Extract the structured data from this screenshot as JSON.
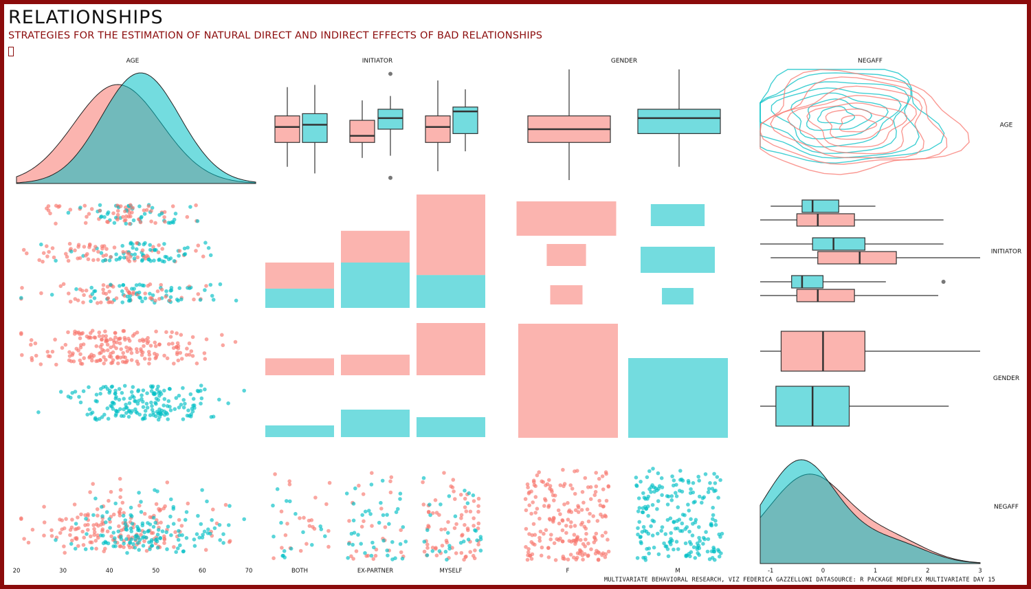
{
  "title": "RELATIONSHIPS",
  "subtitle": "STRATEGIES FOR THE ESTIMATION OF NATURAL DIRECT AND INDIRECT EFFECTS OF BAD RELATIONSHIPS",
  "caption": "MULTIVARIATE BEHAVIORAL RESEARCH, VIZ FEDERICA GAZZELLONI DATASOURCE: R PACKAGE MEDFLEX MULTIVARIATE DAY 15",
  "colors": {
    "F": "#f8766d",
    "M": "#00bfc4",
    "frame": "#8b0b0b"
  },
  "chart_data": {
    "type": "scatter",
    "variables": [
      "AGE",
      "INITIATOR",
      "GENDER",
      "NEGAFF"
    ],
    "column_labels": [
      "AGE",
      "INITIATOR",
      "GENDER",
      "NEGAFF"
    ],
    "row_labels": [
      "AGE",
      "INITIATOR",
      "GENDER",
      "NEGAFF"
    ],
    "groups": [
      "F",
      "M"
    ],
    "x_ticks": {
      "age": [
        "20",
        "30",
        "40",
        "50",
        "60",
        "70"
      ],
      "initiator": [
        "BOTH",
        "EX-PARTNER",
        "MYSELF"
      ],
      "gender": [
        "F",
        "M"
      ],
      "negaff": [
        "-1",
        "0",
        "1",
        "2",
        "3"
      ]
    },
    "age_range": [
      20,
      70
    ],
    "negaff_range": [
      -1.2,
      3.0
    ],
    "age_density": {
      "F": {
        "mean": 42,
        "sd": 9.5
      },
      "M": {
        "mean": 47,
        "sd": 8.5
      }
    },
    "age_by_initiator_box": [
      {
        "initiator": "BOTH",
        "group": "F",
        "min": 26,
        "q1": 37,
        "median": 44,
        "q3": 49,
        "max": 62
      },
      {
        "initiator": "BOTH",
        "group": "M",
        "min": 23,
        "q1": 37,
        "median": 45,
        "q3": 50,
        "max": 63
      },
      {
        "initiator": "EX-PARTNER",
        "group": "F",
        "min": 30,
        "q1": 37,
        "median": 40,
        "q3": 47,
        "max": 56
      },
      {
        "initiator": "EX-PARTNER",
        "group": "M",
        "min": 31,
        "q1": 43,
        "median": 48,
        "q3": 52,
        "max": 58,
        "outliers": [
          21,
          68
        ]
      },
      {
        "initiator": "MYSELF",
        "group": "F",
        "min": 24,
        "q1": 37,
        "median": 44,
        "q3": 49,
        "max": 65
      },
      {
        "initiator": "MYSELF",
        "group": "M",
        "min": 33,
        "q1": 41,
        "median": 51,
        "q3": 53,
        "max": 61
      }
    ],
    "age_by_gender_box": [
      {
        "gender": "F",
        "min": 20,
        "q1": 37,
        "median": 43,
        "q3": 49,
        "max": 70
      },
      {
        "gender": "M",
        "min": 26,
        "q1": 41,
        "median": 48,
        "q3": 52,
        "max": 70
      }
    ],
    "initiator_by_gender_counts": {
      "BOTH": {
        "F": 23,
        "M": 17
      },
      "EX-PARTNER": {
        "F": 28,
        "M": 40
      },
      "MYSELF": {
        "F": 71,
        "M": 29
      }
    },
    "negaff_by_initiator_box": [
      {
        "initiator": "BOTH",
        "group": "M",
        "min": -1.0,
        "q1": -0.4,
        "median": -0.2,
        "q3": 0.3,
        "max": 1.0
      },
      {
        "initiator": "BOTH",
        "group": "F",
        "min": -1.2,
        "q1": -0.5,
        "median": -0.1,
        "q3": 0.6,
        "max": 2.3
      },
      {
        "initiator": "EX-PARTNER",
        "group": "M",
        "min": -1.2,
        "q1": -0.2,
        "median": 0.2,
        "q3": 0.8,
        "max": 2.3
      },
      {
        "initiator": "EX-PARTNER",
        "group": "F",
        "min": -1.0,
        "q1": -0.1,
        "median": 0.7,
        "q3": 1.4,
        "max": 3.0
      },
      {
        "initiator": "MYSELF",
        "group": "M",
        "min": -1.2,
        "q1": -0.6,
        "median": -0.4,
        "q3": 0.0,
        "max": 1.2,
        "outliers": [
          2.3
        ]
      },
      {
        "initiator": "MYSELF",
        "group": "F",
        "min": -1.2,
        "q1": -0.5,
        "median": -0.1,
        "q3": 0.6,
        "max": 2.2
      }
    ],
    "negaff_by_gender_box": [
      {
        "gender": "F",
        "min": -1.2,
        "q1": -0.8,
        "median": 0.0,
        "q3": 0.8,
        "max": 3.0
      },
      {
        "gender": "M",
        "min": -1.2,
        "q1": -0.9,
        "median": -0.2,
        "q3": 0.5,
        "max": 2.4
      }
    ],
    "negaff_density": {
      "F": {
        "mean": 0.1,
        "sd": 0.95
      },
      "M": {
        "mean": -0.1,
        "sd": 0.85
      }
    },
    "n_points_scatter": {
      "F": 170,
      "M": 140
    }
  }
}
